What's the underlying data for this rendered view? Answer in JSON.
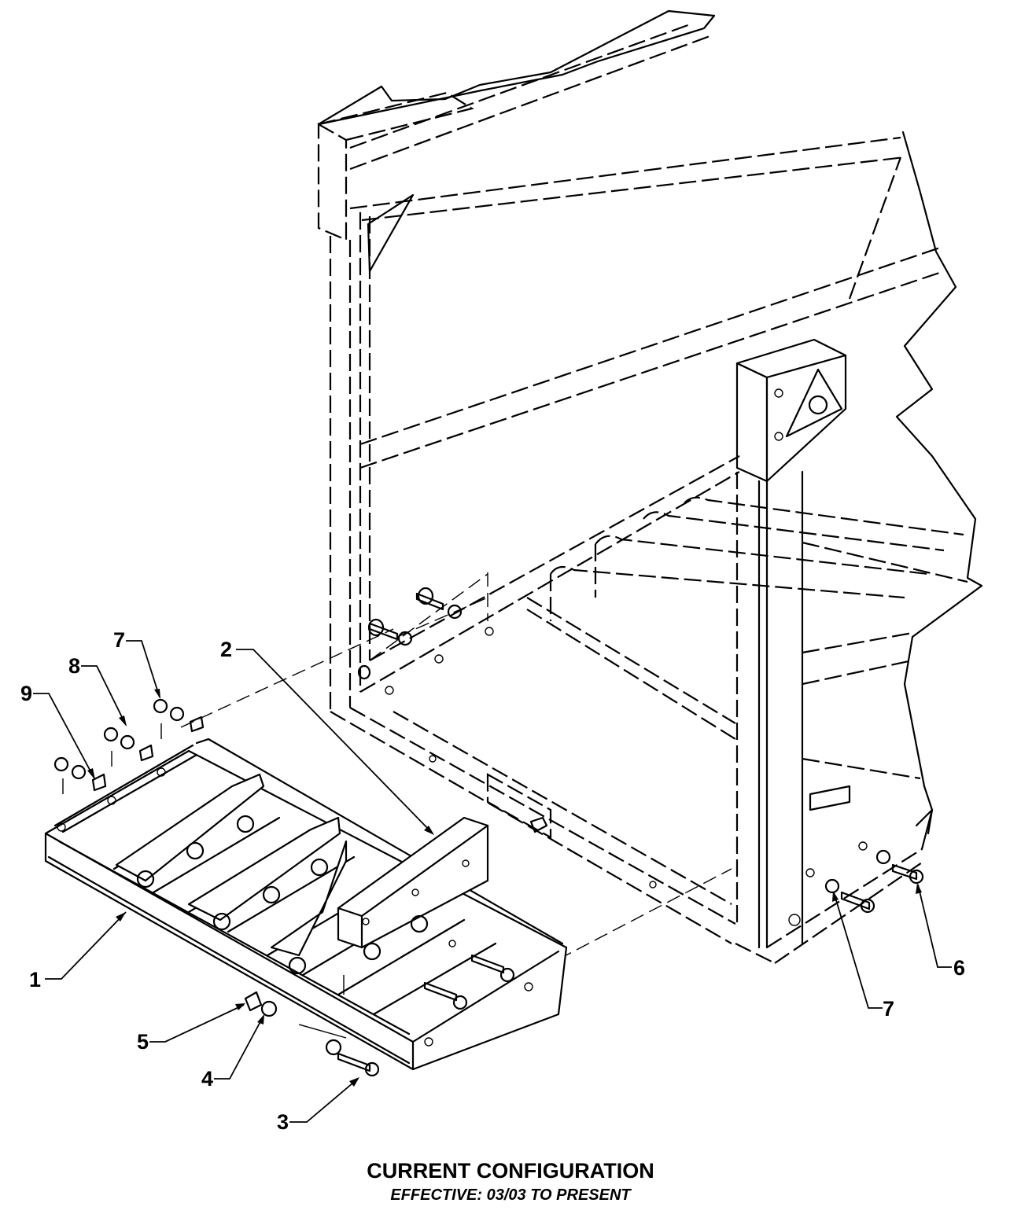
{
  "callouts": [
    {
      "id": "c1",
      "label": "1"
    },
    {
      "id": "c2",
      "label": "2"
    },
    {
      "id": "c3",
      "label": "3"
    },
    {
      "id": "c4",
      "label": "4"
    },
    {
      "id": "c5",
      "label": "5"
    },
    {
      "id": "c6",
      "label": "6"
    },
    {
      "id": "c7a",
      "label": "7"
    },
    {
      "id": "c7b",
      "label": "7"
    },
    {
      "id": "c8",
      "label": "8"
    },
    {
      "id": "c9",
      "label": "9"
    }
  ],
  "caption": {
    "title": "CURRENT CONFIGURATION",
    "subtitle": "EFFECTIVE: 03/03 TO PRESENT"
  }
}
